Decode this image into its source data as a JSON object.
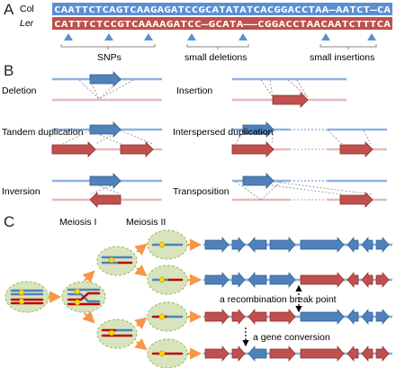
{
  "panels": {
    "a": "A",
    "b": "B",
    "c": "C"
  },
  "sequence": {
    "col_label": "Col",
    "ler_label": "Ler",
    "col_seq": "CAATTCTCAGTCAAGAGATCCGCATATATCACGGACCTAA—AATCT—CA",
    "ler_seq": "CATTTCTCCGTCAAAAGATCC—GCATA——CGGACCTAACAATCTTTCA",
    "col_color": "#5b8fd4",
    "ler_color": "#c0504d",
    "groups": [
      "SNPs",
      "small deletions",
      "small insertions"
    ]
  },
  "variants": [
    "Deletion",
    "Insertion",
    "Tandem duplication",
    "Interspersed duplication",
    "Inversion",
    "Transposition"
  ],
  "meiosis": {
    "stage1": "Meiosis I",
    "stage2": "Meiosis II",
    "recombination": "a recombination break point",
    "gene_conversion": "a gene conversion"
  },
  "colors": {
    "blue": "#4f81bd",
    "red": "#c0504d",
    "cell": "#d7e4bd",
    "arrow": "#f79646",
    "dot": "#ffd700"
  }
}
